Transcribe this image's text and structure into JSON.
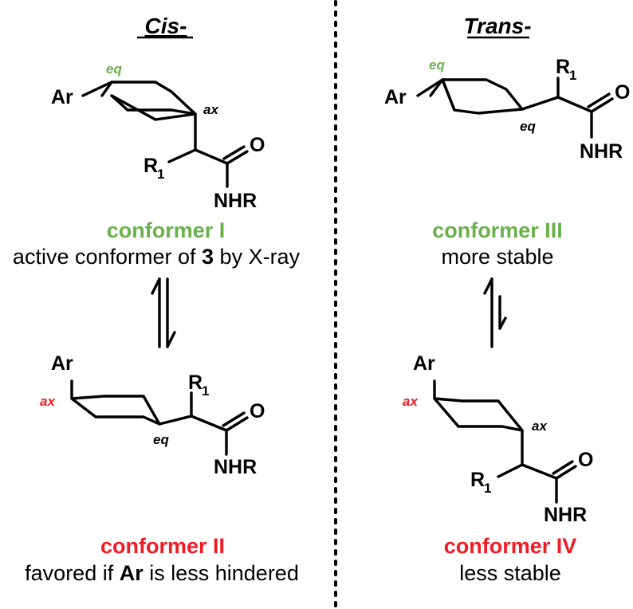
{
  "colors": {
    "green": "#6ab04c",
    "red": "#ee1c24",
    "black": "#000000"
  },
  "headers": {
    "cis": "Cis-",
    "trans": "Trans-"
  },
  "labels": {
    "ar": "Ar",
    "r": "R",
    "r_sub": "1",
    "o": "O",
    "nhr": "NHR",
    "eq": "eq",
    "ax": "ax"
  },
  "conformers": {
    "c1": {
      "name": "conformer I",
      "desc_pre": "active conformer of ",
      "desc_bold": "3",
      "desc_post": " by X-ray"
    },
    "c2": {
      "name": "conformer II",
      "desc_pre": "favored if ",
      "desc_bold": "Ar",
      "desc_post": " is less hindered"
    },
    "c3": {
      "name": "conformer III",
      "desc": "more stable"
    },
    "c4": {
      "name": "conformer IV",
      "desc": "less stable"
    }
  }
}
